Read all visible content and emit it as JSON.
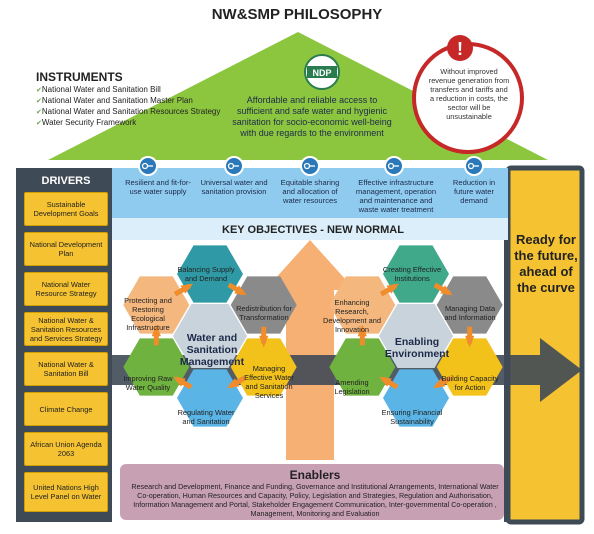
{
  "title": "NW&SMP PHILOSOPHY",
  "instruments": {
    "heading": "INSTRUMENTS",
    "items": [
      "National Water and Sanitation Bill",
      "National Water and Sanitation Master Plan",
      "National Water and Sanitation Resources Strategy",
      "Water Security Framework"
    ]
  },
  "logo_text": "NDP",
  "vision": "Affordable and reliable access to sufficient and safe water and hygienic sanitation for socio-economic well-being with due regards to the environment",
  "warning": {
    "symbol": "!",
    "text": "Without improved revenue generation from transfers and tariffs and a reduction in costs, the sector will be unsustainable"
  },
  "drivers": {
    "heading": "DRIVERS",
    "items": [
      "Sustainable Development Goals",
      "National Development Plan",
      "National Water Resource Strategy",
      "National Water & Sanitation Resources and Services Strategy",
      "National Water & Sanitation Bill",
      "Climate Change",
      "African Union Agenda 2063",
      "United Nations High Level Panel on Water"
    ]
  },
  "objectives": [
    "Resilient and fit-for-use water supply",
    "Universal water and sanitation provision",
    "Equitable sharing and allocation of water resources",
    "Effective infrastructure management, operation and maintenance and waste water treatment",
    "Reduction in future water demand"
  ],
  "key_objectives_label": "KEY OBJECTIVES - NEW NORMAL",
  "ready_label": "Ready for the future, ahead of the curve",
  "water_sanitation": {
    "center": "Water and Sanitation Management",
    "hexes": [
      "Balancing Supply and Demand",
      "Redistribution for Transformation",
      "Managing Effective Water and Sanitation Services",
      "Regulating Water and Sanitation",
      "Improving Raw Water Quality",
      "Protecting and Restoring Ecological Infrastructure"
    ]
  },
  "enabling": {
    "center": "Enabling Environment",
    "hexes": [
      "Creating Effective Institutions",
      "Managing Data and Information",
      "Building Capacity for Action",
      "Ensuring Financial Sustainability",
      "Amending Legislation",
      "Enhancing Research, Development and Innovation"
    ]
  },
  "enablers": {
    "heading": "Enablers",
    "text": "Research and Development, Finance and Funding, Governance and Institutional Arrangements, International Water Co-operation, Human Resources and Capacity, Policy, Legislation and Strategies, Regulation and Authorisation, Information Management and Portal, Stakeholder Engagement Communication, Inter-governmental Co-operation , Management, Monitoring and Evaluation"
  },
  "colors": {
    "roof": "#8cc63f",
    "frame": "#3f4a57",
    "driver": "#f5c231",
    "objectives_band": "#8fcbef",
    "enablers": "#c8a0b4",
    "arrow": "#f08c2b",
    "teal": "#2f9aa5",
    "grey": "#8a8a8a",
    "yellow": "#f2c21b",
    "blue": "#5ab4e5",
    "green": "#6fb23f",
    "peach": "#f4b77e",
    "warning_red": "#c62828"
  }
}
